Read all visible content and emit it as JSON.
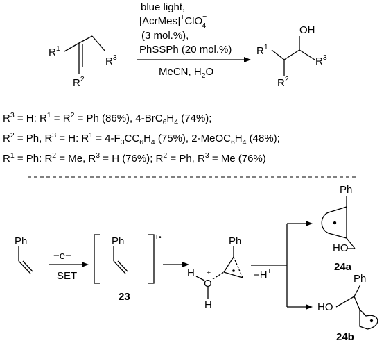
{
  "reaction": {
    "conditions": {
      "line1": "blue light,",
      "line2_main": "[AcrMes]",
      "line2_sup": "+",
      "line2_ion": "ClO",
      "line2_ion_sub": "4",
      "line2_ion_sup": "−",
      "line3": "(3 mol.%),",
      "line4": "PhSSPh (20 mol.%)"
    },
    "solvent": {
      "main": "MeCN, H",
      "sub": "2",
      "tail": "O"
    },
    "reactant": {
      "r1": "R",
      "r1_sup": "1",
      "r2": "R",
      "r2_sup": "2",
      "r3": "R",
      "r3_sup": "3"
    },
    "product": {
      "oh": "OH",
      "r1": "R",
      "r1_sup": "1",
      "r2": "R",
      "r2_sup": "2",
      "r3": "R",
      "r3_sup": "3"
    }
  },
  "scope": {
    "line1": [
      {
        "t": "R"
      },
      {
        "t": "3",
        "s": "sup"
      },
      {
        "t": " = H: R"
      },
      {
        "t": "1",
        "s": "sup"
      },
      {
        "t": " = R"
      },
      {
        "t": "2",
        "s": "sup"
      },
      {
        "t": " = Ph (86%), 4-BrC"
      },
      {
        "t": "6",
        "s": "sub"
      },
      {
        "t": "H"
      },
      {
        "t": "4",
        "s": "sub"
      },
      {
        "t": " (74%);"
      }
    ],
    "line2": [
      {
        "t": "R"
      },
      {
        "t": "2",
        "s": "sup"
      },
      {
        "t": " = Ph, R"
      },
      {
        "t": "3",
        "s": "sup"
      },
      {
        "t": " = H: R"
      },
      {
        "t": "1",
        "s": "sup"
      },
      {
        "t": " = 4-F"
      },
      {
        "t": "3",
        "s": "sub"
      },
      {
        "t": "CC"
      },
      {
        "t": "6",
        "s": "sub"
      },
      {
        "t": "H"
      },
      {
        "t": "4",
        "s": "sub"
      },
      {
        "t": " (75%), 2-MeOC"
      },
      {
        "t": "6",
        "s": "sub"
      },
      {
        "t": "H"
      },
      {
        "t": "4",
        "s": "sub"
      },
      {
        "t": " (48%);"
      }
    ],
    "line3": [
      {
        "t": "R"
      },
      {
        "t": "1",
        "s": "sup"
      },
      {
        "t": " = Ph: R"
      },
      {
        "t": "2",
        "s": "sup"
      },
      {
        "t": " = Me, R"
      },
      {
        "t": "3",
        "s": "sup"
      },
      {
        "t": " = H (76%); R"
      },
      {
        "t": "2",
        "s": "sup"
      },
      {
        "t": " = Ph, R"
      },
      {
        "t": "3",
        "s": "sup"
      },
      {
        "t": " = Me (76%)"
      }
    ]
  },
  "mechanism": {
    "styrene_ph": "Ph",
    "set_top": "−e−",
    "set_bottom": "SET",
    "cation_ph": "Ph",
    "cation_charge": "+•",
    "label_23": "23",
    "water_h_top": "H",
    "water_o": "O",
    "water_plus": "+",
    "water_h_bottom": "H",
    "adduct_ph": "Ph",
    "deprot_main": "−H",
    "deprot_sup": "+",
    "p24a_ph": "Ph",
    "p24a_ho": "HO",
    "label_24a": "24a",
    "p24b_ph": "Ph",
    "p24b_ho": "HO",
    "label_24b": "24b"
  }
}
